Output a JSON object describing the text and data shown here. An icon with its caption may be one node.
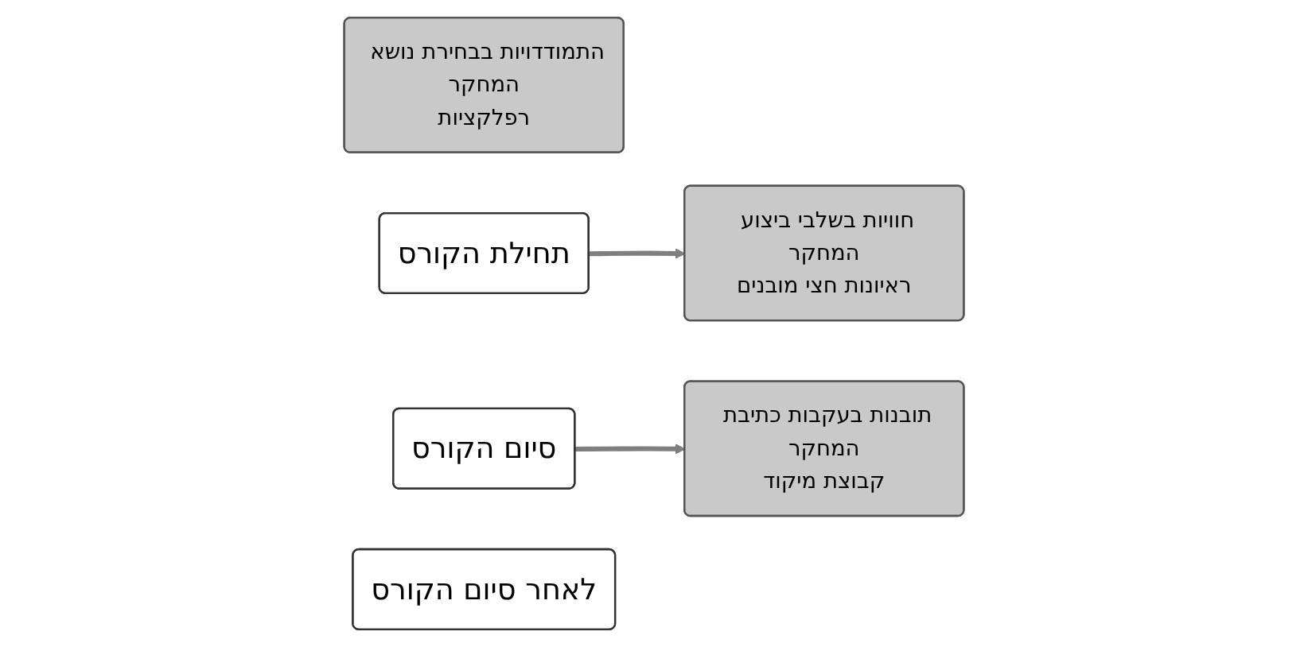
{
  "diagram": {
    "nodes": [
      {
        "text": [
          "התמודדויות בבחירת נושא המחקר",
          "רפלקציות"
        ]
      },
      {
        "text": [
          "תחילת הקורס"
        ]
      },
      {
        "text": [
          "חוויות בשלבי ביצוע המחקר",
          "ראיונות חצי מובנים"
        ]
      },
      {
        "text": [
          "סיום הקורס"
        ]
      },
      {
        "text": [
          "תובנות בעקבות כתיבת המחקר",
          "קבוצת מיקוד"
        ]
      },
      {
        "text": [
          "לאחר סיום הקורס"
        ]
      }
    ],
    "edges": [
      {
        "from": 1,
        "to": 2,
        "arrow": "to"
      },
      {
        "from": 3,
        "to": 4,
        "arrow": "to"
      }
    ]
  }
}
